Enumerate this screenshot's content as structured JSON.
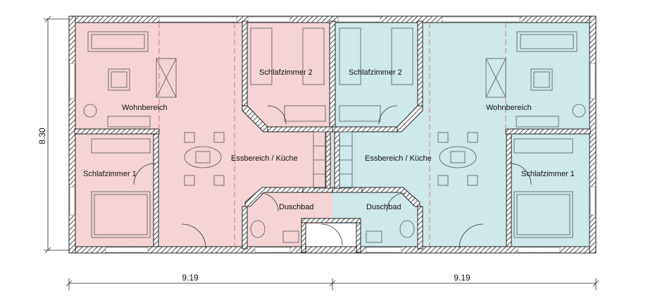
{
  "colors": {
    "left_unit_fill": "#f4d4d4",
    "right_unit_fill": "#cfe8ea",
    "wall_fill": "#ffffff",
    "wall_hatch": "#222222",
    "furniture_stroke": "#555555",
    "divider_dash": "#e06a6a",
    "window_line": "#999999"
  },
  "labels": {
    "left": {
      "wohnbereich": "Wohnbereich",
      "schlafzimmer_1": "Schlafzimmer 1",
      "schlafzimmer_2": "Schlafzimmer 2",
      "essbereich": "Essbereich / Küche",
      "duschbad": "Duschbad"
    },
    "right": {
      "wohnbereich": "Wohnbereich",
      "schlafzimmer_1": "Schlafzimmer 1",
      "schlafzimmer_2": "Schlafzimmer 2",
      "essbereich": "Essbereich / Küche",
      "duschbad": "Duschbad"
    }
  },
  "dimensions": {
    "height": "8.30",
    "left_width": "9.19",
    "right_width": "9.19"
  }
}
